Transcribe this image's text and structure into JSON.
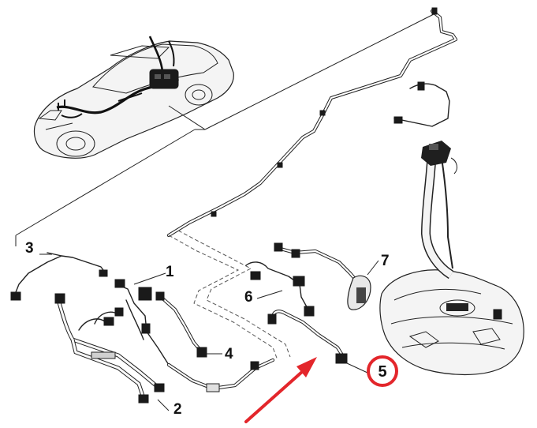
{
  "diagram": {
    "callouts": [
      {
        "id": "callout-1",
        "text": "1"
      },
      {
        "id": "callout-2",
        "text": "2"
      },
      {
        "id": "callout-3",
        "text": "3"
      },
      {
        "id": "callout-4",
        "text": "4"
      },
      {
        "id": "callout-5",
        "text": "5",
        "highlighted": true
      },
      {
        "id": "callout-6",
        "text": "6"
      },
      {
        "id": "callout-7",
        "text": "7"
      }
    ],
    "colors": {
      "highlight_circle": "#e3262b",
      "arrow": "#e3262b",
      "line_art": "#222222",
      "background": "#ffffff"
    }
  }
}
